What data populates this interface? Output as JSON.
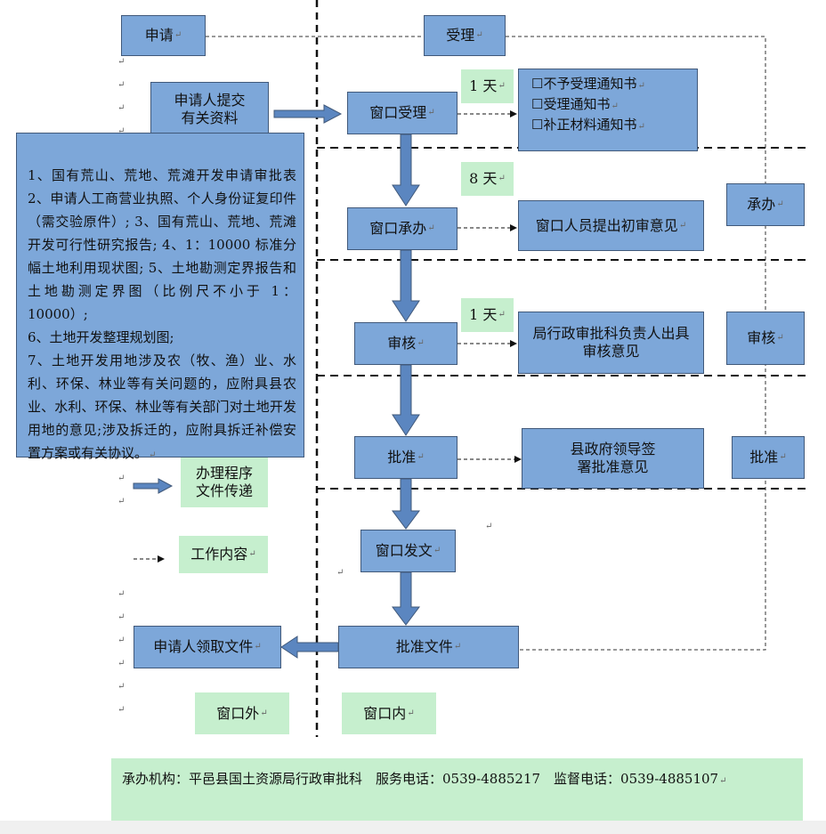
{
  "top_labels": {
    "apply": "申请",
    "accept": "受理"
  },
  "flow": {
    "submit": "申请人提交有关资料",
    "window_accept": "窗口受理",
    "window_handle": "窗口承办",
    "review": "审核",
    "approve": "批准",
    "window_issue": "窗口发文",
    "approval_doc": "批准文件",
    "collect": "申请人领取文件"
  },
  "durations": {
    "d1": "1 天",
    "d2": "8 天",
    "d3": "1 天"
  },
  "results": {
    "notice_lines": [
      "☐不予受理通知书",
      "☐受理通知书",
      "☐补正材料通知书"
    ],
    "initial_opinion": "窗口人员提出初审意见",
    "review_opinion": "局行政审批科负责人出具审核意见",
    "leader_sign": "县政府领导签署批准意见"
  },
  "right_labels": {
    "handle": "承办",
    "review": "审核",
    "approve": "批准"
  },
  "materials": "1、国有荒山、荒地、荒滩开发申请审批表 2、申请人工商营业执照、个人身份证复印件（需交验原件）; 3、国有荒山、荒地、荒滩开发可行性研究报告; 4、1：10000 标准分幅土地利用现状图; 5、土地勘测定界报告和土地勘测定界图（比例尺不小于 1：10000）;\n6、土地开发整理规划图;\n7、土地开发用地涉及农（牧、渔）业、水利、环保、林业等有关问题的，应附具县农业、水利、环保、林业等有关部门对土地开发用地的意见;涉及拆迁的，应附具拆迁补偿安置方案或有关协议。",
  "legend": {
    "procedure": "办理程序文件传递",
    "work": "工作内容"
  },
  "zones": {
    "outside": "窗口外",
    "inside": "窗口内"
  },
  "footer": "承办机构：平邑县国土资源局行政审批科　服务电话：0539-4885217　监督电话：0539-4885107",
  "colors": {
    "blue_box": "#7da7d9",
    "green_box": "#c6efce",
    "arrow": "#5b86c0"
  }
}
